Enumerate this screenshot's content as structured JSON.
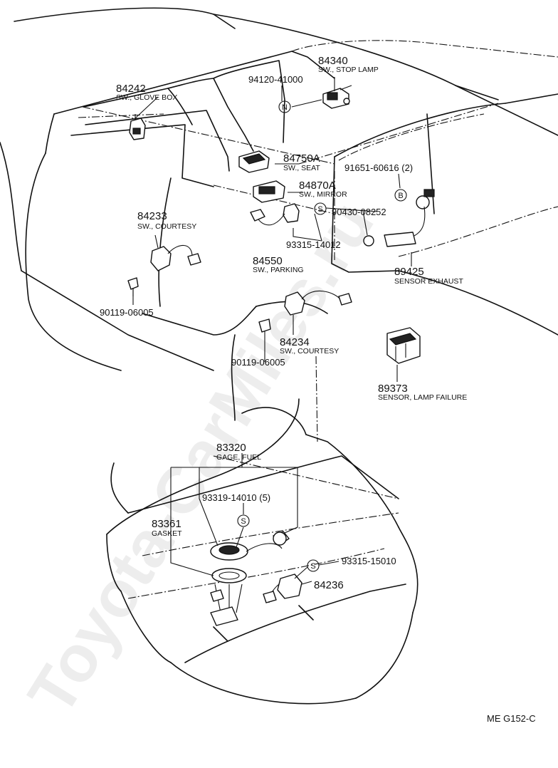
{
  "watermark": "Toyota-CarMiles.ru",
  "diagram_ref": "ME G152-C",
  "symbols": {
    "s": "S",
    "n": "N",
    "b": "B"
  },
  "callouts": {
    "p84340": {
      "num": "84340",
      "desc": "SW., STOP LAMP"
    },
    "p94120": {
      "num": "94120-41000"
    },
    "p84242": {
      "num": "84242",
      "desc": "SW., GLOVE BOX"
    },
    "p84750": {
      "num": "84750A",
      "desc": "SW., SEAT"
    },
    "p91651": {
      "num": "91651-60616 (2)"
    },
    "p84870": {
      "num": "84870A",
      "desc": "SW., MIRROR"
    },
    "p90430": {
      "num": "90430-08252"
    },
    "p84233": {
      "num": "84233",
      "desc": "SW., COURTESY"
    },
    "p93315a": {
      "num": "93315-14012"
    },
    "p84550": {
      "num": "84550",
      "desc": "SW., PARKING"
    },
    "p89425": {
      "num": "89425",
      "desc": "SENSOR EXHAUST"
    },
    "p90119a": {
      "num": "90119-06005"
    },
    "p84234": {
      "num": "84234",
      "desc": "SW., COURTESY"
    },
    "p90119b": {
      "num": "90119-06005"
    },
    "p89373": {
      "num": "89373",
      "desc": "SENSOR, LAMP FAILURE"
    },
    "p83320": {
      "num": "83320",
      "desc": "GAGE, FUEL"
    },
    "p93319": {
      "num": "93319-14010 (5)"
    },
    "p83361": {
      "num": "83361",
      "desc": "GASKET"
    },
    "p93315b": {
      "num": "93315-15010"
    },
    "p84236": {
      "num": "84236"
    }
  }
}
